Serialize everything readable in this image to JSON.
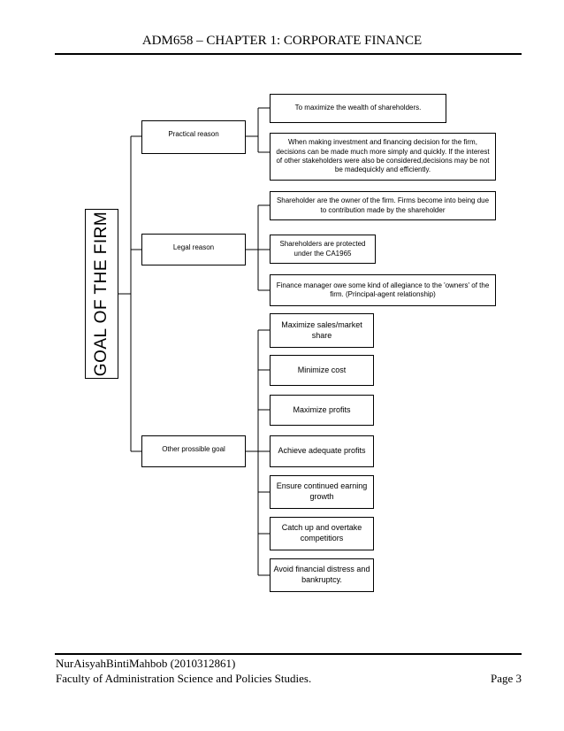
{
  "header": {
    "title": "ADM658 – CHAPTER 1: CORPORATE FINANCE"
  },
  "diagram": {
    "root": "GOAL OF THE FIRM",
    "branches": [
      {
        "label": "Practical reason",
        "children": [
          "To maximize the wealth of shareholders.",
          "When making investment and financing decision for the firm, decisions can be made much more simply and quickly. If the interest of other stakeholders were also be considered,decisions may be not be madequickly and efficiently."
        ]
      },
      {
        "label": "Legal reason",
        "children": [
          "Shareholder are the owner of the firm. Firms become into being due to contribution made by the shareholder",
          "Shareholders are protected under the CA1965",
          "Finance manager owe some kind of allegiance to the 'owners' of the firm. (Principal-agent relationship)"
        ]
      },
      {
        "label": "Other prossible goal",
        "children": [
          "Maximize sales/market share",
          "Minimize cost",
          "Maximize profits",
          "Achieve adequate profits",
          "Ensure continued earning growth",
          "Catch up and overtake competitiors",
          "Avoid financial distress and bankruptcy."
        ]
      }
    ]
  },
  "footer": {
    "author": "NurAisyahBintiMahbob (2010312861)",
    "faculty": "Faculty of Administration Science and Policies Studies.",
    "page": "Page 3"
  }
}
